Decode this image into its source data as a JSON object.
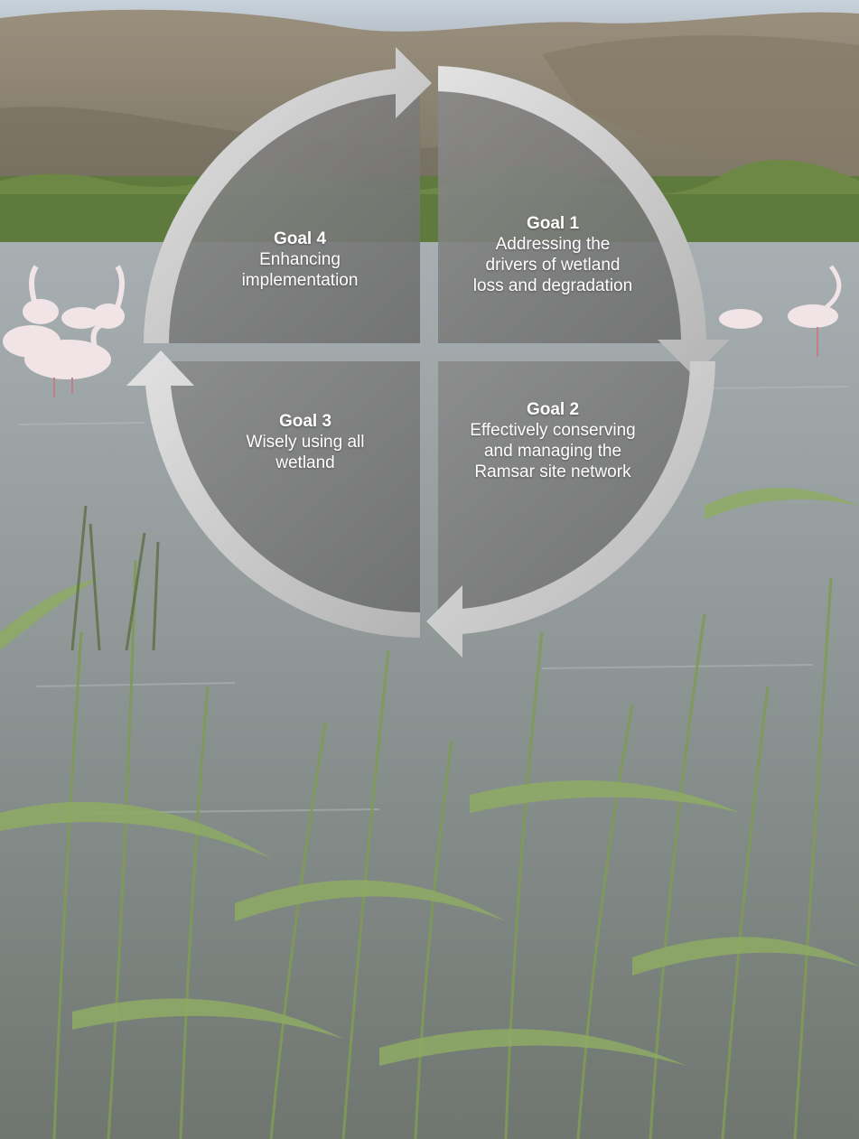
{
  "colors": {
    "sky": "#b9c6d3",
    "hills": "#8d8373",
    "reeds_far": "#5f7a3d",
    "water": "#9aa3a3",
    "reed_green": "#7f9a57",
    "quadrant_fill": "#7c7c7c",
    "arrow_fill": "#d0d0d0",
    "flamingo": "#f1e4e6"
  },
  "goals": [
    {
      "id": 1,
      "title": "Goal 1",
      "description": "Addressing the drivers of wetland loss and degradation",
      "lines": [
        "Addressing the",
        "drivers of wetland",
        "loss and degradation"
      ]
    },
    {
      "id": 2,
      "title": "Goal 2",
      "description": "Effectively conserving and managing the Ramsar site network",
      "lines": [
        "Effectively conserving",
        "and managing the",
        "Ramsar site network"
      ]
    },
    {
      "id": 3,
      "title": "Goal 3",
      "description": "Wisely using all wetland",
      "lines": [
        "Wisely using all",
        "wetland"
      ]
    },
    {
      "id": 4,
      "title": "Goal 4",
      "description": "Enhancing implementation",
      "lines": [
        "Enhancing",
        "implementation"
      ]
    }
  ]
}
